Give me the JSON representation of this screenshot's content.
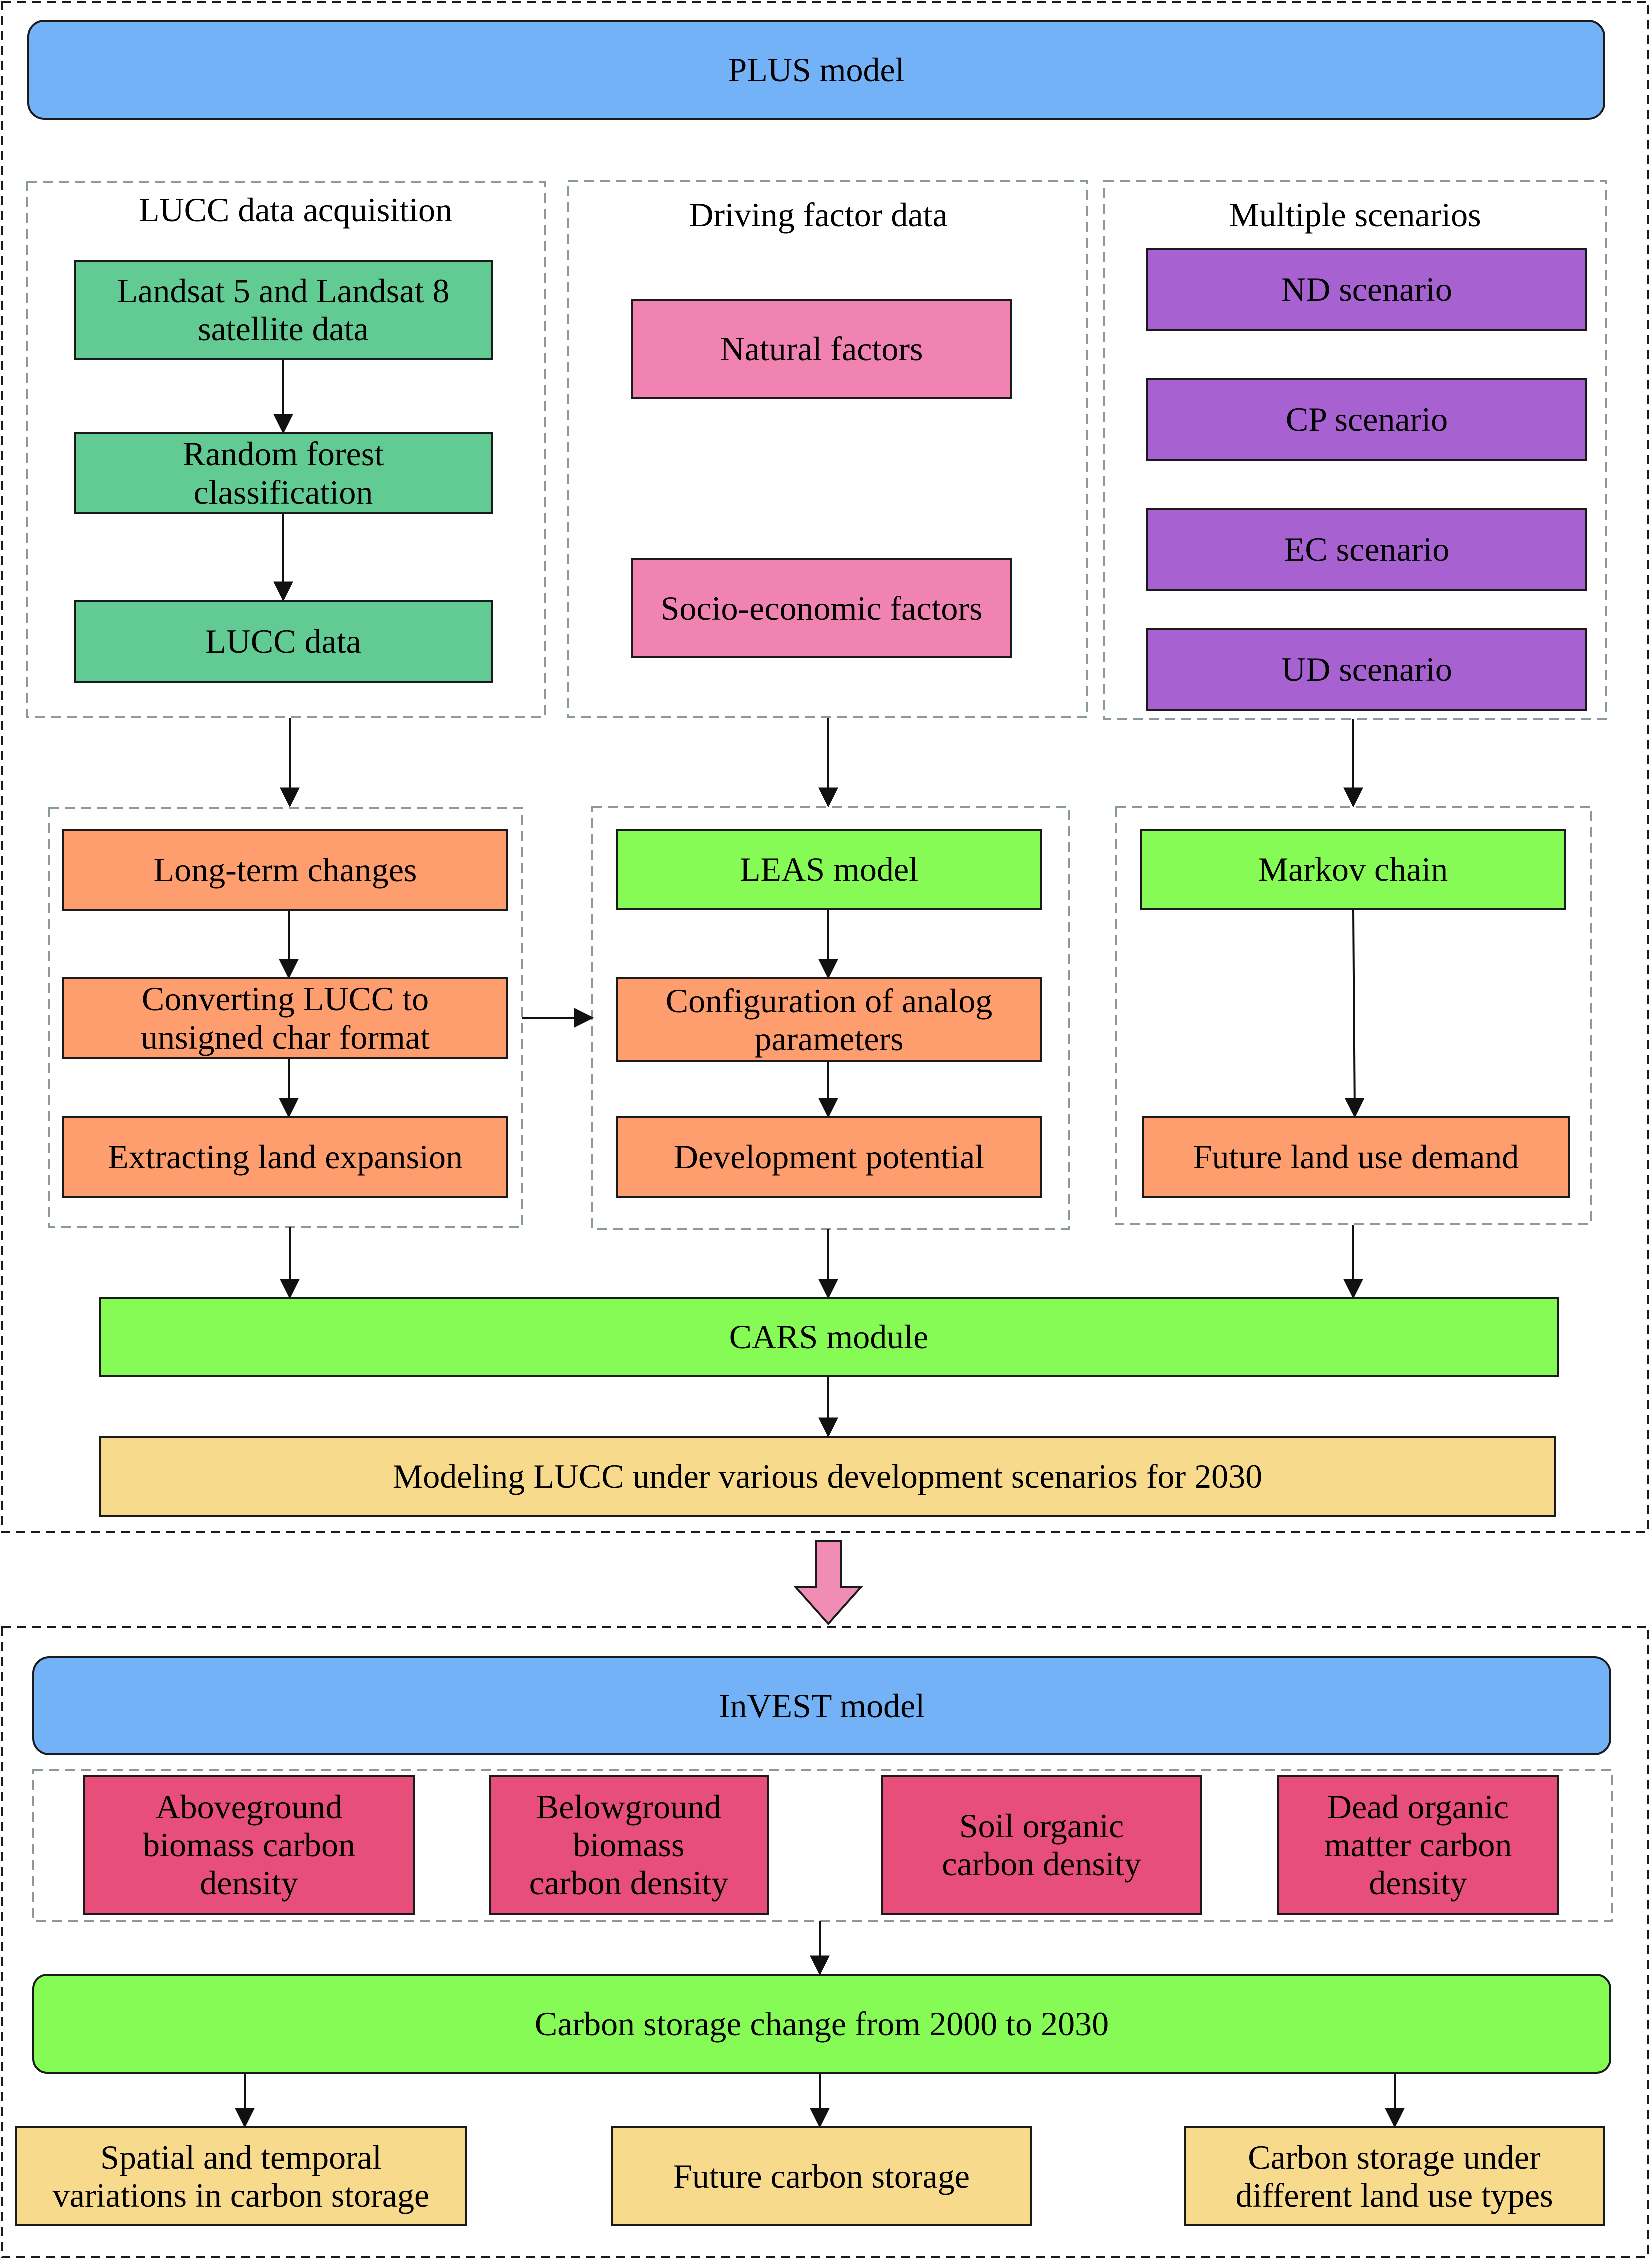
{
  "colors": {
    "header_blue": "#74b2f8",
    "teal": "#62cb93",
    "pink": "#f183b3",
    "purple": "#a761d0",
    "orange": "#fe9e6e",
    "green": "#87fb55",
    "yellow": "#f7da8b",
    "crimson": "#e84e7a",
    "dashed_gray": "#8a9a9a",
    "transition_arrow": "#f08cb5"
  },
  "plus": {
    "title": "PLUS model",
    "lucc_acquisition": {
      "title": "LUCC data acquisition",
      "landsat": "Landsat 5 and Landsat 8\nsatellite data",
      "random_forest": "Random forest\nclassification",
      "lucc_data": "LUCC data"
    },
    "driving": {
      "title": "Driving factor data",
      "natural": "Natural factors",
      "socio": "Socio-economic factors"
    },
    "scenarios": {
      "title": "Multiple scenarios",
      "items": [
        "ND scenario",
        "CP scenario",
        "EC scenario",
        "UD scenario"
      ]
    },
    "leas_input": {
      "long_term": "Long-term changes",
      "converting": "Converting LUCC to\nunsigned char format",
      "extracting": "Extracting land expansion"
    },
    "leas": {
      "model": "LEAS model",
      "config": "Configuration of analog\nparameters",
      "potential": "Development potential"
    },
    "markov": {
      "chain": "Markov chain",
      "demand": "Future land use demand"
    },
    "cars": "CARS module",
    "modeling": "Modeling LUCC under various development scenarios for 2030"
  },
  "invest": {
    "title": "InVEST model",
    "densities": [
      "Aboveground\nbiomass carbon\ndensity",
      "Belowground\nbiomass\ncarbon density",
      "Soil organic\ncarbon density",
      "Dead organic\nmatter carbon\ndensity"
    ],
    "change": "Carbon storage change from 2000 to 2030",
    "outputs": [
      "Spatial and temporal\nvariations in carbon storage",
      "Future carbon storage",
      "Carbon storage under\ndifferent land use types"
    ]
  }
}
